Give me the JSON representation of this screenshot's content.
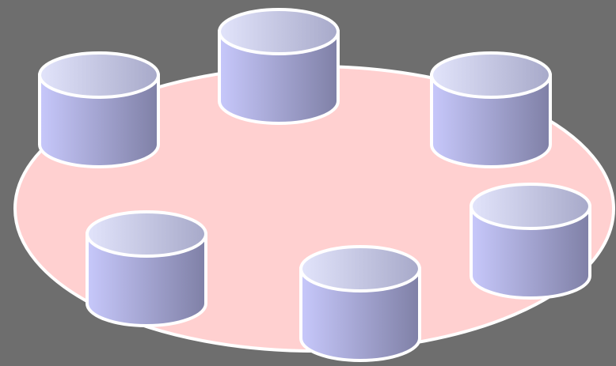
{
  "diagram": {
    "background_color": "#6e6e6e",
    "ring": {
      "fill": "#ffd0d0",
      "stroke": "#ffffff"
    },
    "node_style": {
      "body_gradient_left": "#c7c8fb",
      "body_gradient_right": "#7f80a6",
      "top_gradient_left": "#e2e4fb",
      "top_gradient_right": "#a7a9c9",
      "stroke": "#ffffff"
    },
    "nodes": [
      {
        "id": "top-left",
        "icon": "database-cylinder-icon"
      },
      {
        "id": "top-center",
        "icon": "database-cylinder-icon"
      },
      {
        "id": "top-right",
        "icon": "database-cylinder-icon"
      },
      {
        "id": "bottom-left",
        "icon": "database-cylinder-icon"
      },
      {
        "id": "bottom-center",
        "icon": "database-cylinder-icon"
      },
      {
        "id": "bottom-right",
        "icon": "database-cylinder-icon"
      }
    ]
  }
}
